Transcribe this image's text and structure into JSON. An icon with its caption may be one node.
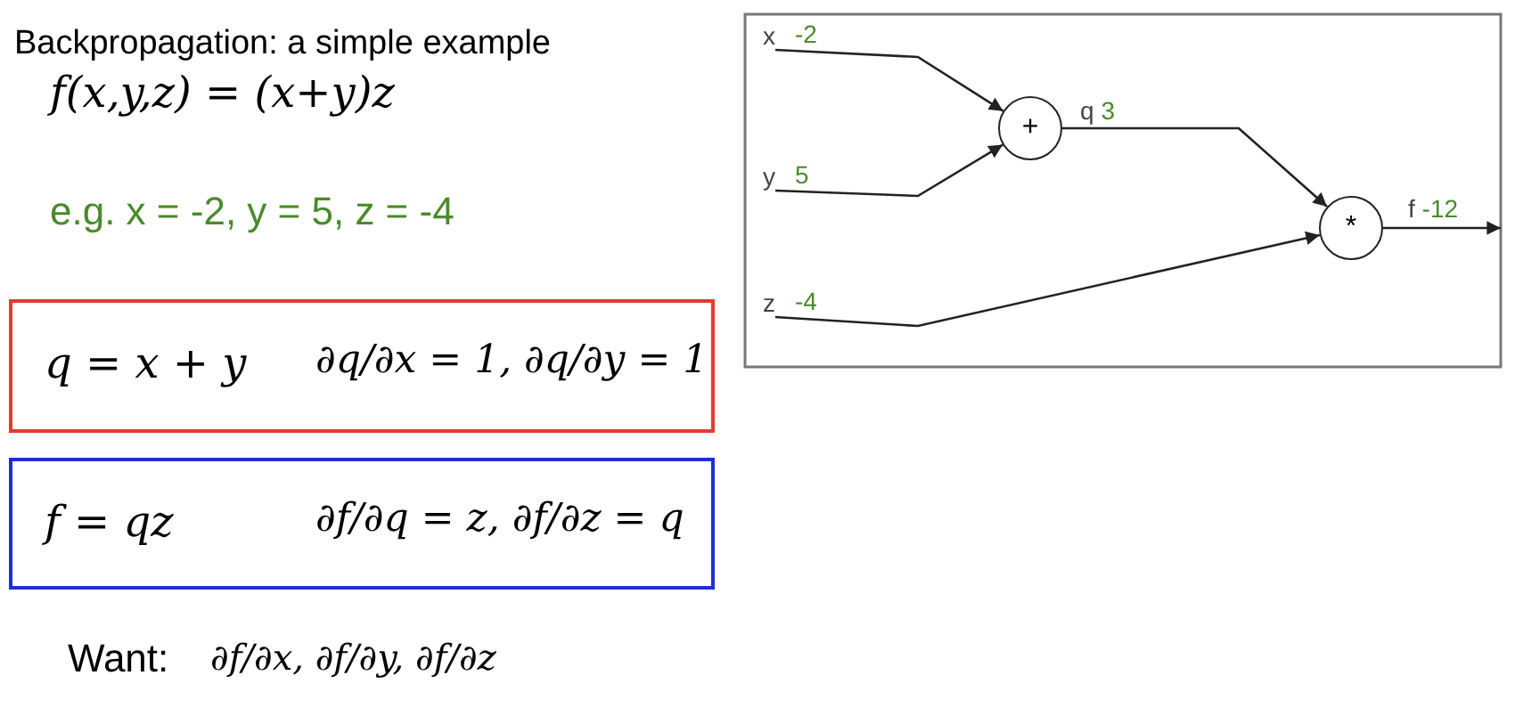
{
  "diagram": {
    "title": "Backpropagation: a simple example",
    "nodes": [
      {
        "text": [
          "q = x + y",
          "∂q/∂x = 1, ∂q/∂y = 1"
        ]
      },
      {
        "text": [
          "f = qz",
          "∂f/∂q = z, ∂f/∂z = q"
        ]
      },
      {
        "text": [
          "x"
        ],
        "beside": [
          "-2"
        ]
      },
      {
        "text": [
          "y"
        ],
        "beside": [
          "5"
        ]
      },
      {
        "text": [
          "z"
        ],
        "beside": [
          "-4"
        ]
      },
      {
        "text": [
          "+"
        ]
      },
      {
        "text": [
          "*"
        ]
      }
    ],
    "edges": [
      {
        "from": 2,
        "to": 5,
        "arrow": "to"
      },
      {
        "from": 3,
        "to": 5,
        "arrow": "to"
      },
      {
        "from": 5,
        "to": 6,
        "arrow": "to",
        "label": "q 3"
      },
      {
        "from": 4,
        "to": 6,
        "arrow": "to"
      },
      {
        "from": 6,
        "to": null,
        "arrow": "to",
        "label": "f -12"
      }
    ],
    "labels": [
      "f(x,y,z) = (x+y)z",
      "e.g. x = -2, y = 5, z = -4",
      "Want:",
      "∂f/∂x, ∂f/∂y, ∂f/∂z"
    ]
  }
}
